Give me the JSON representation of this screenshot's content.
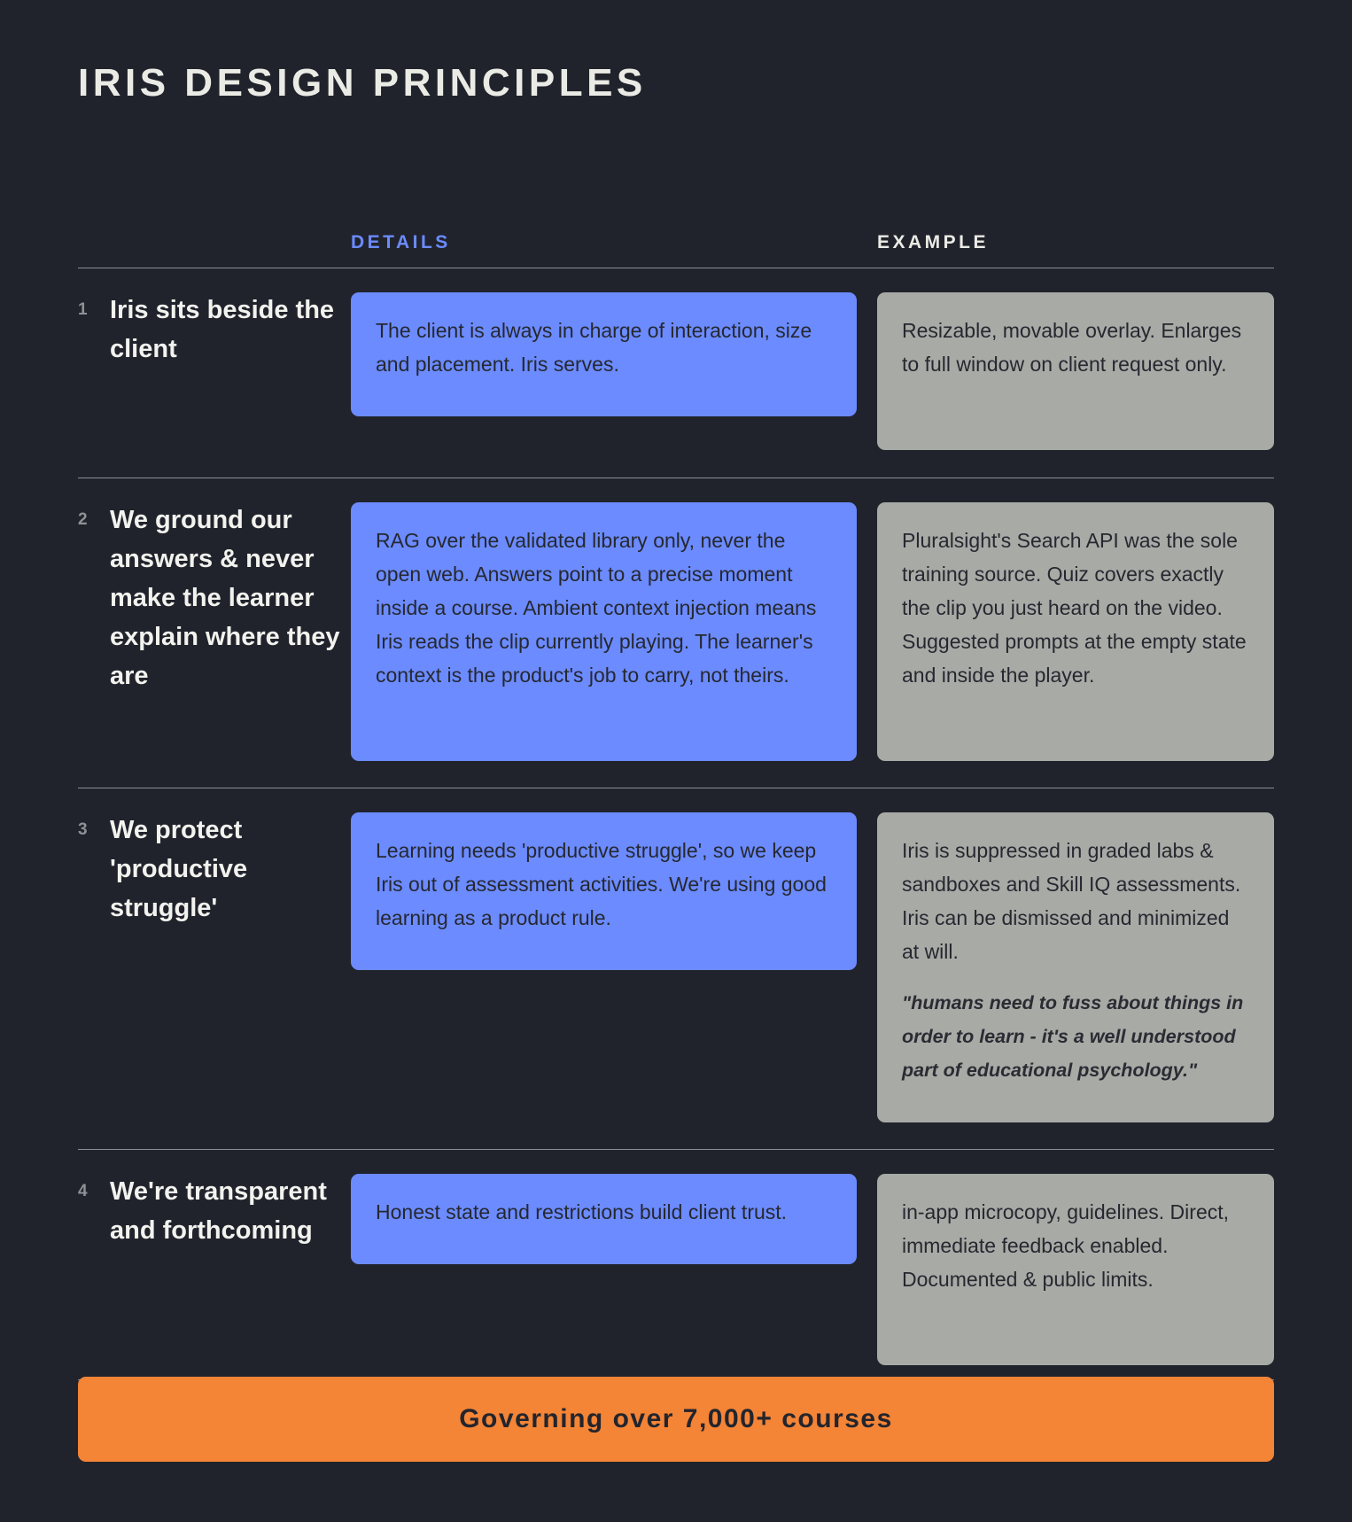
{
  "page": {
    "title": "IRIS DESIGN PRINCIPLES"
  },
  "columns": {
    "details": "DETAILS",
    "example": "EXAMPLE"
  },
  "principles": [
    {
      "number": "1",
      "title": "Iris sits beside the client",
      "details": "The client is always in charge of interaction, size and placement. Iris serves.",
      "example": "Resizable, movable overlay. Enlarges to full window on client request only."
    },
    {
      "number": "2",
      "title": "We ground our answers & never make the learner explain where they are",
      "details": "RAG over the validated library only, never the open web. Answers point to a precise moment inside a course. Ambient context injection means Iris reads the clip currently playing. The learner's context is the product's job to carry, not theirs.",
      "example": "Pluralsight's Search API was the sole training source. Quiz covers exactly the clip you just heard on the video. Suggested prompts at the empty state and inside the player."
    },
    {
      "number": "3",
      "title": "We protect 'productive struggle'",
      "details": "Learning needs 'productive struggle', so we keep Iris out of assessment activities. We're using good learning as a product rule.",
      "example": "Iris is suppressed in graded labs & sandboxes and Skill IQ assessments. Iris can be dismissed and minimized at will.",
      "quote": "\"humans need to fuss about things in order to learn - it's a well understood part of educational psychology.\""
    },
    {
      "number": "4",
      "title": "We're transparent and forthcoming",
      "details": "Honest state and restrictions build client trust.",
      "example": "in-app microcopy, guidelines. Direct, immediate feedback enabled. Documented & public limits."
    }
  ],
  "cta": {
    "label": "Governing over 7,000+ courses"
  },
  "colors": {
    "background": "#21232c",
    "details_card": "#6b8bff",
    "example_card": "#a8aaa6",
    "cta": "#f48436"
  }
}
